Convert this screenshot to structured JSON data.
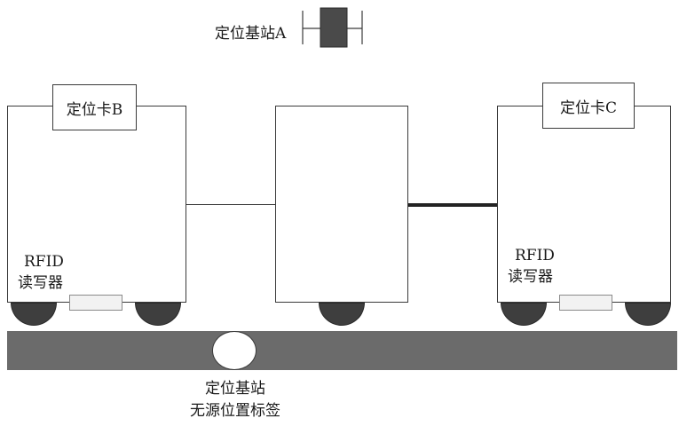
{
  "station_top": {
    "label": "定位基站A"
  },
  "cart_left": {
    "card_label": "定位卡B",
    "reader_label_line1": "RFID",
    "reader_label_line2": "读写器"
  },
  "cart_right": {
    "card_label": "定位卡C",
    "reader_label_line1": "RFID",
    "reader_label_line2": "读写器"
  },
  "track": {
    "tag_label_line1": "定位基站",
    "tag_label_line2": "无源位置标签"
  },
  "colors": {
    "track": "#6b6b6b",
    "wheel": "#3e3e3e",
    "station": "#4a4a4a",
    "outline": "#3a3a3a"
  }
}
